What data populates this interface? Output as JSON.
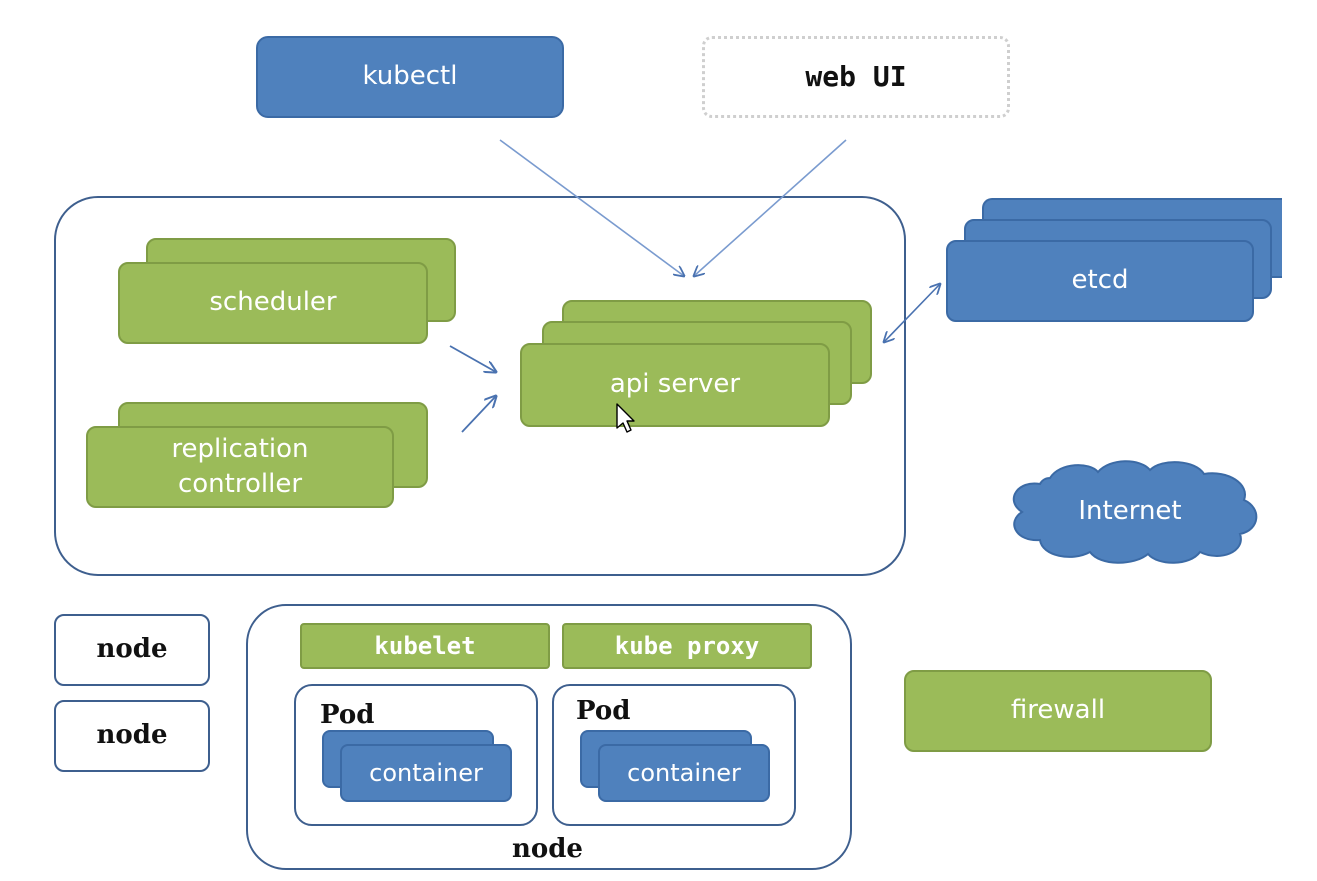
{
  "clients": {
    "kubectl": "kubectl",
    "web_ui": "web UI"
  },
  "master": {
    "scheduler": "scheduler",
    "replication_controller": "replication\ncontroller",
    "api_server": "api server"
  },
  "etcd": "etcd",
  "internet": "Internet",
  "firewall": "firewall",
  "nodes": {
    "small_1": "node",
    "small_2": "node",
    "main_label": "node",
    "kubelet": "kubelet",
    "kube_proxy": "kube proxy",
    "pods": [
      {
        "label": "Pod",
        "container": "container"
      },
      {
        "label": "Pod",
        "container": "container"
      }
    ]
  },
  "colors": {
    "blue": "#4f81bd",
    "green": "#9bbb59",
    "frame": "#3e5f8e"
  }
}
